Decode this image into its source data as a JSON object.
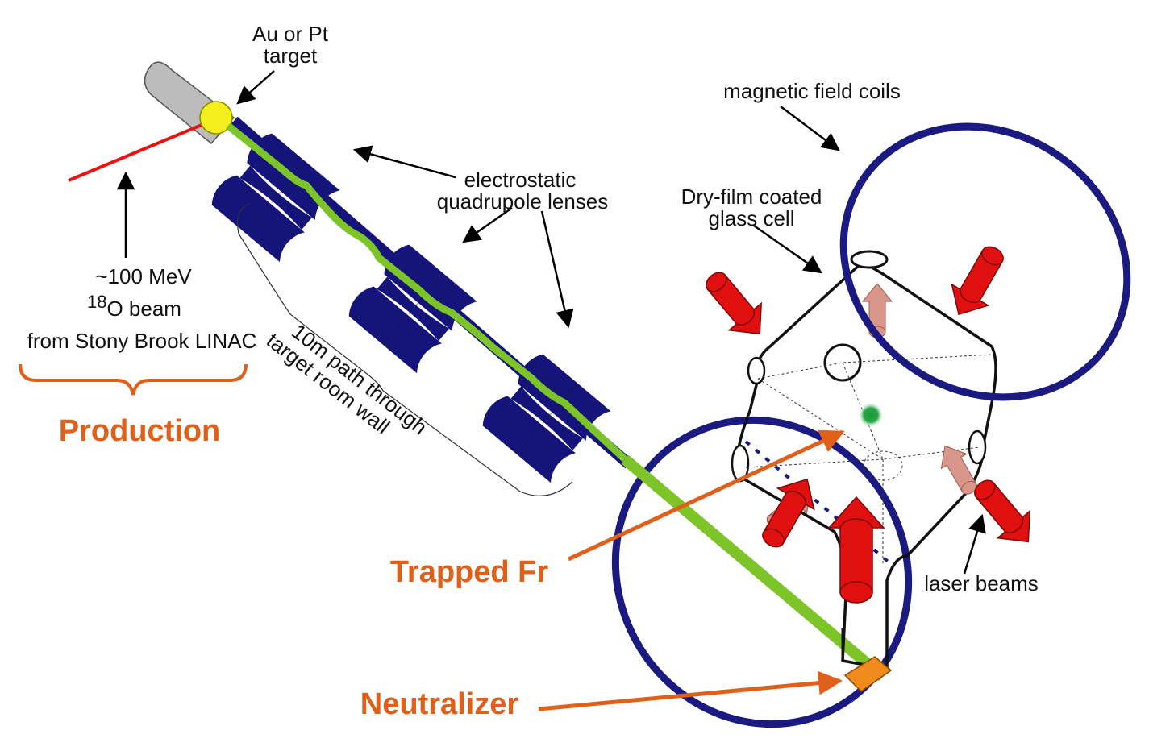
{
  "labels": {
    "target_line1": "Au or Pt",
    "target_line2": "target",
    "lenses_line1": "electrostatic",
    "lenses_line2": "quadrupole lenses",
    "coils": "magnetic field coils",
    "cell_line1": "Dry-film coated",
    "cell_line2": "glass cell",
    "beam_energy": "~100 MeV",
    "beam_iso_sup": "18",
    "beam_iso_rest": "O beam",
    "beam_source": "from Stony Brook LINAC",
    "path_line1": "10m path through",
    "path_line2": "target room wall",
    "laser": "laser beams",
    "production": "Production",
    "trapped": "Trapped Fr",
    "neutralizer": "Neutralizer"
  },
  "colors": {
    "lens_blue": "#14147a",
    "coil_blue": "#1a1a80",
    "beam_green": "#7cc427",
    "orange": "#e0601a",
    "laser_red": "#e01010",
    "laser_pale": "#d9968a",
    "target_yellow": "#f4ee1c",
    "incoming_red": "#ee1111",
    "trap_green": "#1a9a3a"
  }
}
